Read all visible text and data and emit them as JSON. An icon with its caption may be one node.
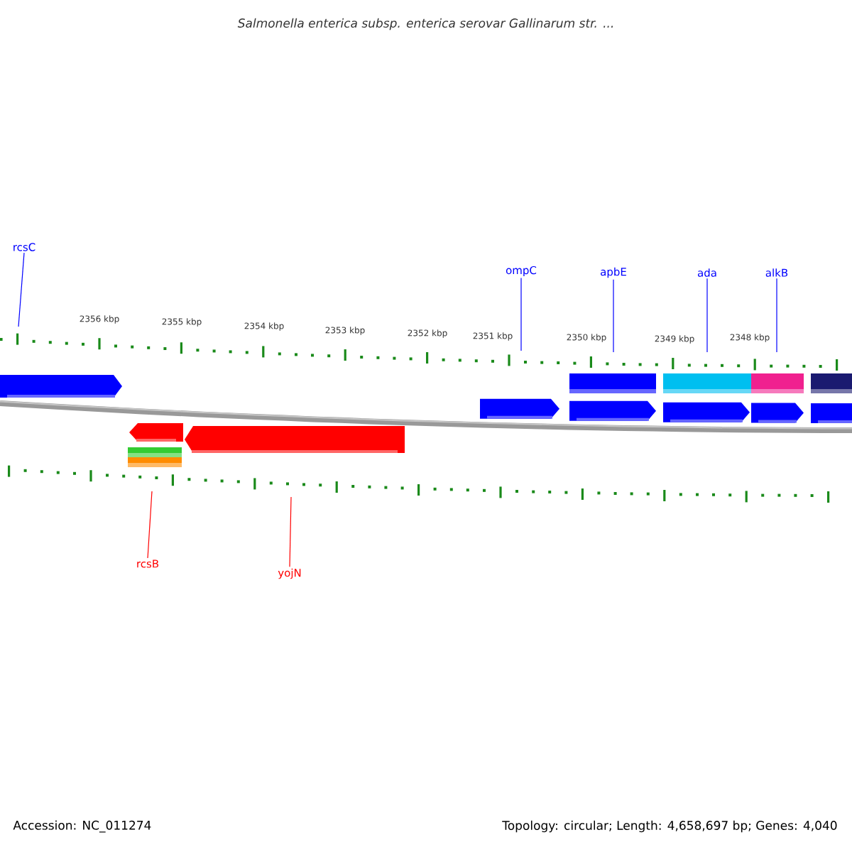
{
  "diagram": {
    "title": "Salmonella enterica subsp. enterica serovar Gallinarum str. ...",
    "nodes": [
      {
        "text": [
          "rcsC"
        ]
      },
      {
        "text": [
          "ompC"
        ]
      },
      {
        "text": [
          "apbE"
        ]
      },
      {
        "text": [
          "ada"
        ]
      },
      {
        "text": [
          "alkB"
        ]
      },
      {
        "text": [
          "rcsB"
        ]
      },
      {
        "text": [
          "yojN"
        ]
      }
    ],
    "edges": [
      {
        "from": 0,
        "to": null,
        "arrow": "none"
      },
      {
        "from": 1,
        "to": null,
        "arrow": "none"
      },
      {
        "from": 2,
        "to": null,
        "arrow": "none"
      },
      {
        "from": 3,
        "to": null,
        "arrow": "none"
      },
      {
        "from": 4,
        "to": null,
        "arrow": "none"
      },
      {
        "from": 5,
        "to": null,
        "arrow": "none",
        "color": "#ff0000"
      },
      {
        "from": 6,
        "to": null,
        "arrow": "none",
        "color": "#ff0000"
      }
    ],
    "labels": [
      "2356 kbp",
      "2355 kbp",
      "2354 kbp",
      "2353 kbp",
      "2352 kbp",
      "2351 kbp",
      "2350 kbp",
      "2349 kbp",
      "2348 kbp",
      "Accession: NC_011274",
      "Topology: circular; Length: 4,658,697 bp; Genes: 4,040"
    ]
  }
}
